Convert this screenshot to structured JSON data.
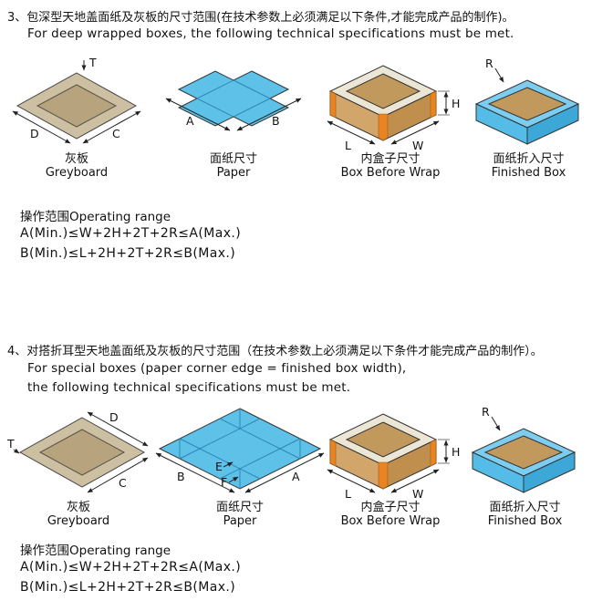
{
  "colors": {
    "paper_blue": "#5ec1e8",
    "paper_blue_rim": "#7ccdf0",
    "paper_blue_dark": "#3da7d8",
    "paper_blue_wall": "#54bce6",
    "greyboard_light": "#cdc0a2",
    "greyboard_dark": "#b7a47f",
    "rim_white": "#ece6d6",
    "box_side": "#d2a66a",
    "box_side_dark": "#c08f4e",
    "box_inner": "#c2995d",
    "tab_orange": "#ea8420"
  },
  "section3": {
    "title_zh": "3、包深型天地盖面纸及灰板的尺寸范围(在技术参数上必须满足以下条件,才能完成产品的制作)。",
    "title_en": "For deep wrapped boxes, the following technical specifications must be met.",
    "diagrams": [
      {
        "caption_zh": "灰板",
        "caption_en": "Greyboard"
      },
      {
        "caption_zh": "面纸尺寸",
        "caption_en": "Paper"
      },
      {
        "caption_zh": "内盒子尺寸",
        "caption_en": "Box Before Wrap"
      },
      {
        "caption_zh": "面纸折入尺寸",
        "caption_en": "Finished Box"
      }
    ],
    "labels": {
      "t": "T",
      "d": "D",
      "c": "C",
      "a": "A",
      "b": "B",
      "h": "H",
      "l": "L",
      "w": "W",
      "r": "R"
    },
    "operating_range": "操作范围Operating range",
    "formula_a": "A(Min.)≤W+2H+2T+2R≤A(Max.)",
    "formula_b": "B(Min.)≤L+2H+2T+2R≤B(Max.)"
  },
  "section4": {
    "title_zh": "4、对搭折耳型天地盖面纸及灰板的尺寸范围（在技术参数上必须满足以下条件才能完成产品的制作）。",
    "title_en_line1": "For special boxes (paper corner edge = finished box width),",
    "title_en_line2": "the following technical specifications must be met.",
    "diagrams": [
      {
        "caption_zh": "灰板",
        "caption_en": "Greyboard"
      },
      {
        "caption_zh": "面纸尺寸",
        "caption_en": "Paper"
      },
      {
        "caption_zh": "内盒子尺寸",
        "caption_en": "Box Before Wrap"
      },
      {
        "caption_zh": "面纸折入尺寸",
        "caption_en": "Finished Box"
      }
    ],
    "labels": {
      "t": "T",
      "d": "D",
      "c": "C",
      "a": "A",
      "b": "B",
      "e": "E",
      "f": "F",
      "h": "H",
      "l": "L",
      "w": "W",
      "r": "R"
    },
    "operating_range": "操作范围Operating range",
    "formula_a": "A(Min.)≤W+2H+2T+2R≤A(Max.)",
    "formula_b": "B(Min.)≤L+2H+2T+2R≤B(Max.)"
  }
}
